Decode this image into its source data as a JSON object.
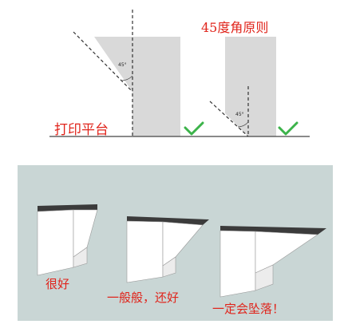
{
  "top_panel": {
    "title": "45度角原则",
    "platform_label": "打印平台",
    "angle_label_left": "45°",
    "angle_label_right": "45°",
    "check_mark": "✓"
  },
  "bottom_panel": {
    "captions": [
      "很好",
      "一般般，还好",
      "一定会坠落！"
    ]
  },
  "colors": {
    "red": "#e0241b",
    "green": "#3cb34a",
    "gray_block": "#d9d9d9",
    "panel_bg": "#c9d6d5",
    "dark_top": "#3b3b3b"
  }
}
